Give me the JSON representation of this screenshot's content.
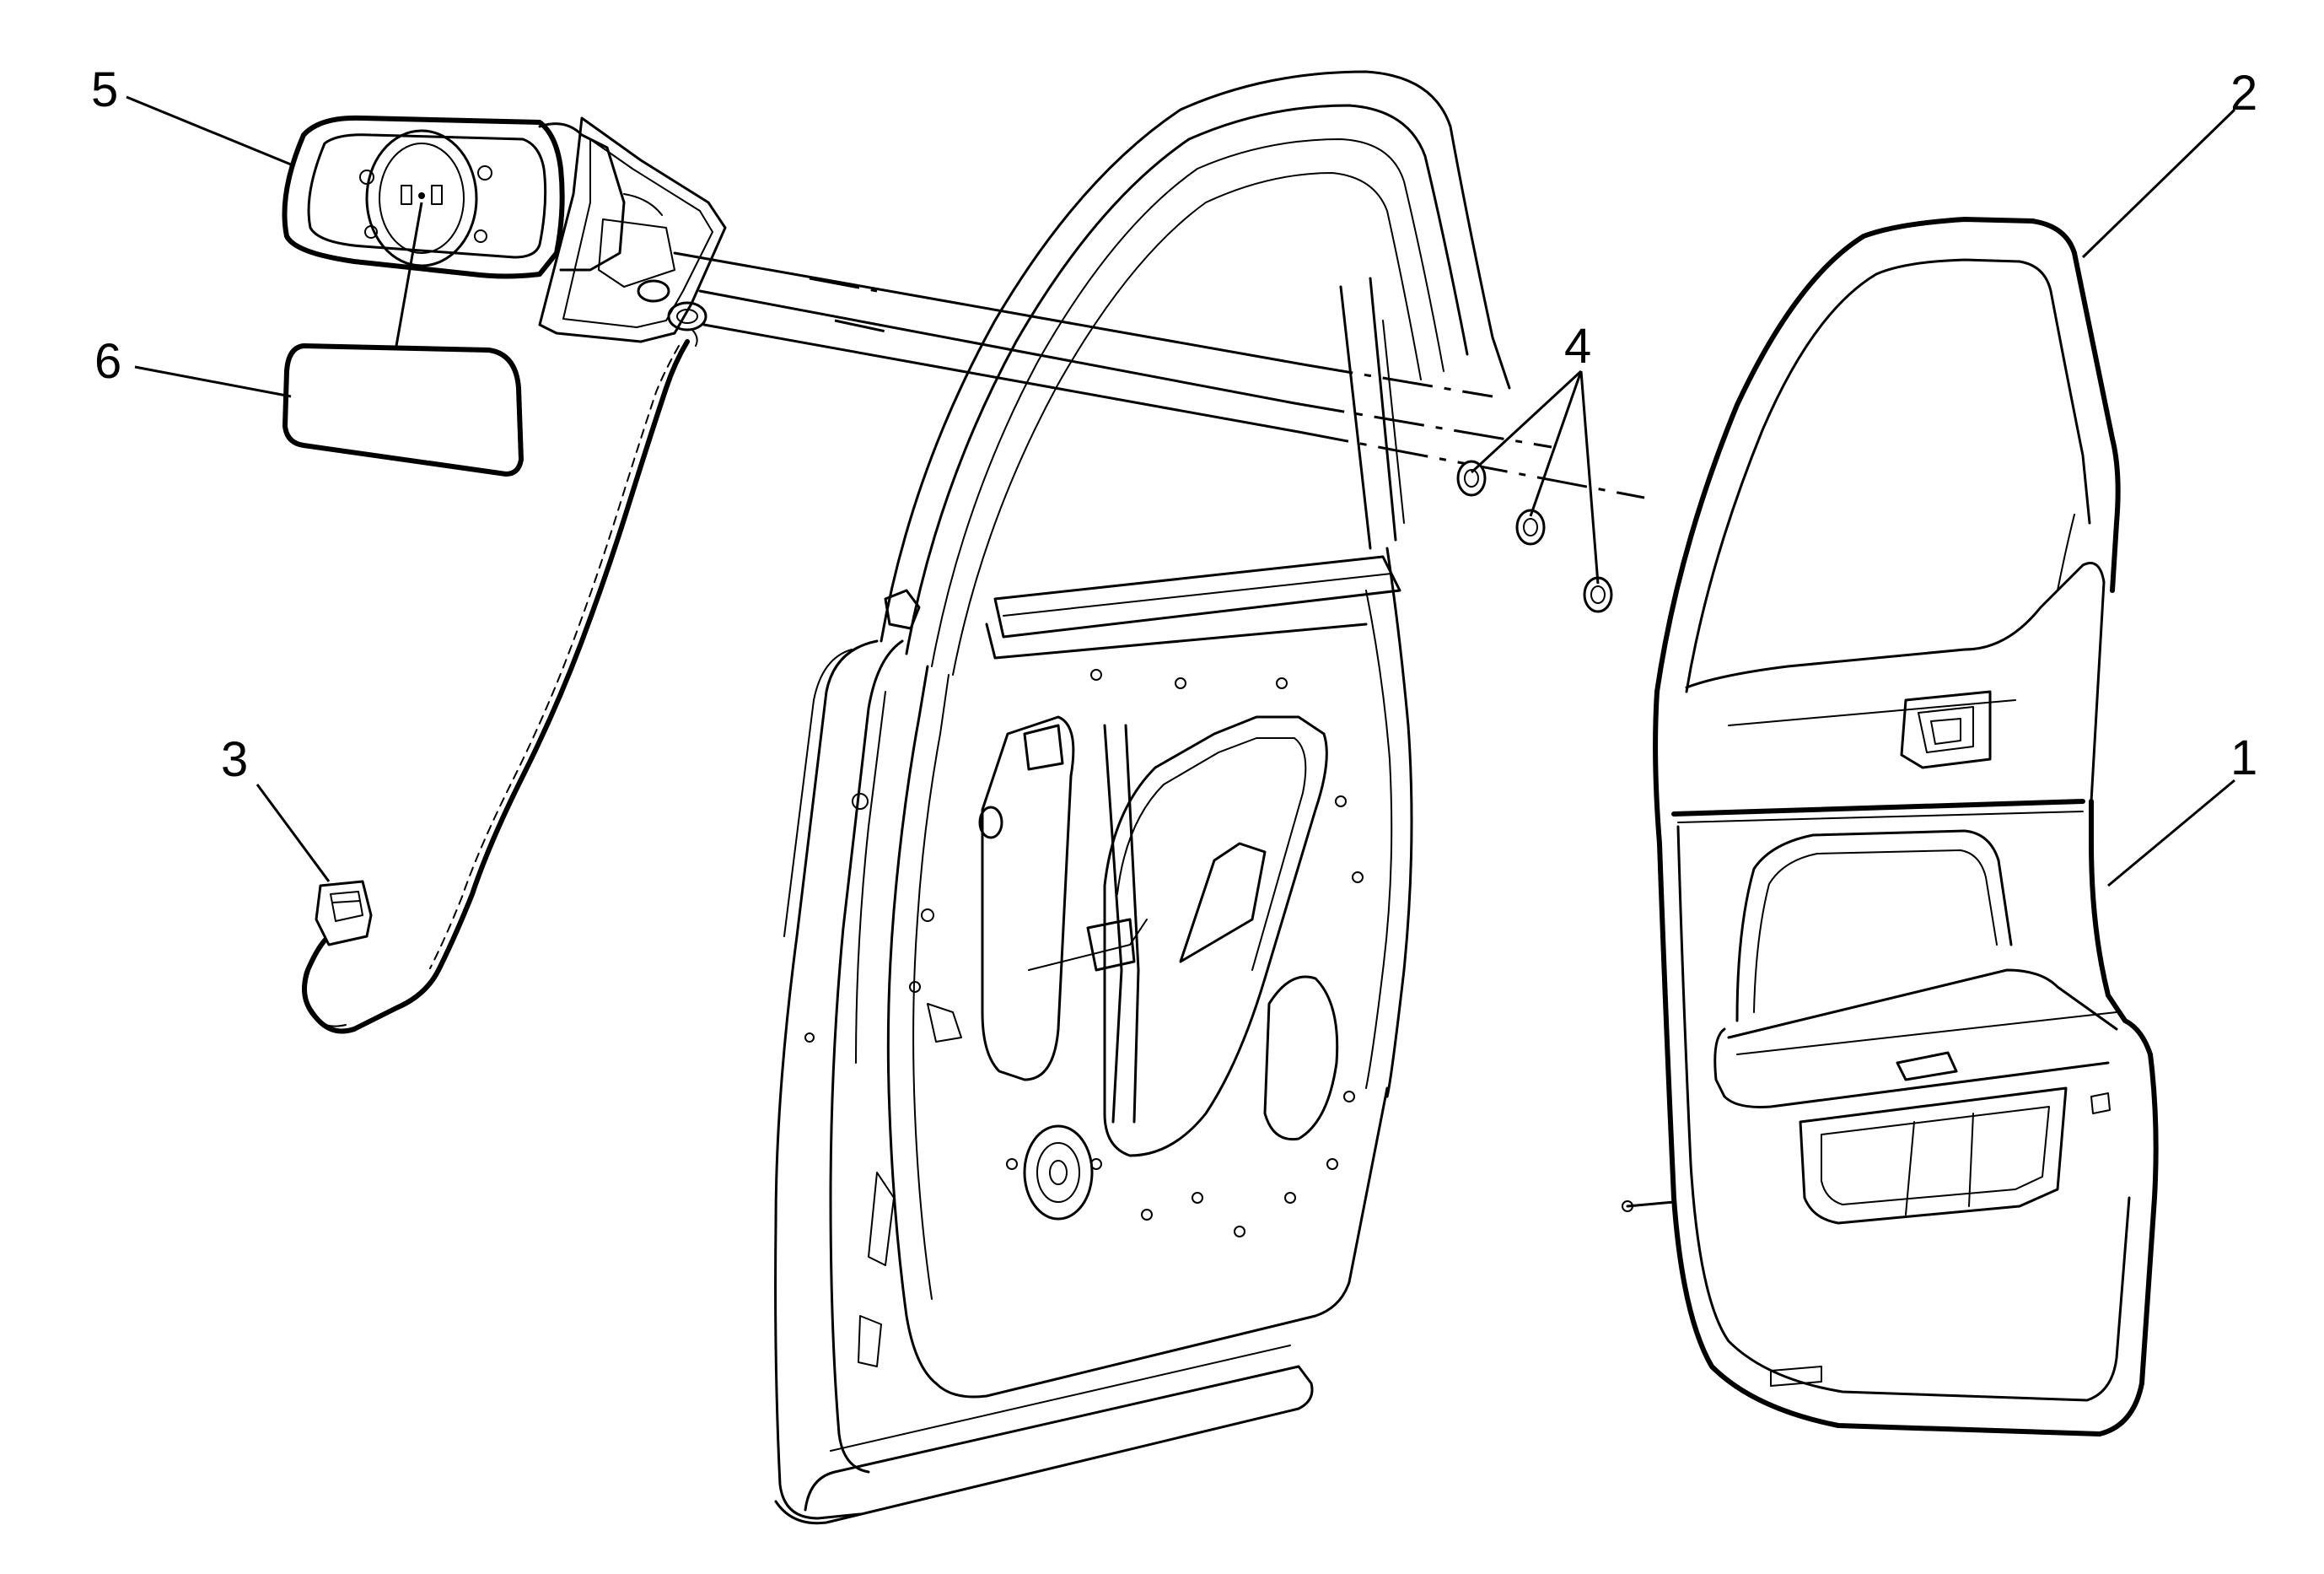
{
  "diagram": {
    "callouts": [
      {
        "id": "1",
        "label": "1"
      },
      {
        "id": "2",
        "label": "2"
      },
      {
        "id": "3",
        "label": "3"
      },
      {
        "id": "4",
        "label": "4"
      },
      {
        "id": "5",
        "label": "5"
      },
      {
        "id": "6",
        "label": "6"
      }
    ],
    "line_color": "#000000",
    "background": "#ffffff"
  }
}
